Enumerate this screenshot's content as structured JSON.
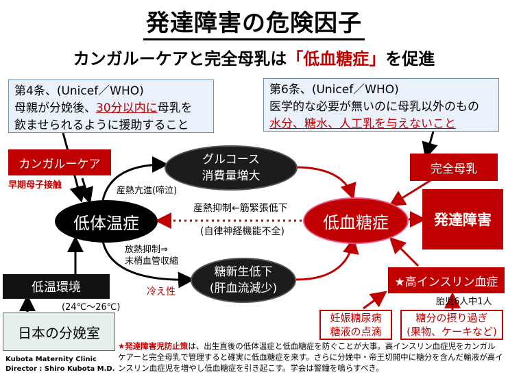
{
  "title": "発達障害の危険因子",
  "subtitle": {
    "prefix": "カンガルーケアと完全母乳は",
    "highlight": "「低血糖症」",
    "suffix": "を促進"
  },
  "article4": {
    "head": "第4条、(Unicef／WHO)",
    "line1_pre": "母親が分娩後、",
    "line1_red": "30分以内に",
    "line1_post": "母乳を",
    "line2": "飲ませられるように援助すること"
  },
  "article6": {
    "head": "第6条、(Unicef／WHO)",
    "line1": "医学的な必要が無いのに母乳以外のもの",
    "line2_red": "水分、糖水、人工乳を与えないこと"
  },
  "kangaroo_care": "カンガルーケア",
  "early_contact": "早期母子接触",
  "full_breastfeeding": "完全母乳",
  "glucose_node": {
    "line1": "グルコース",
    "line2": "消費量増大"
  },
  "heat_production": "産熱亢進(啼泣)",
  "hypothermia": "低体温症",
  "hypoglycemia": "低血糖症",
  "developmental_disorder": "発達障害",
  "heat_suppression": "産熱抑制←筋緊張低下",
  "autonomic": "(自律神経機能不全)",
  "heat_release": {
    "line1": "放熱抑制⇒",
    "line2": "末梢血管収縮"
  },
  "cold": "冷え性",
  "gluconeogenesis": {
    "line1": "糖新生低下",
    "line2": "(肝血流減少)"
  },
  "high_insulin": "★高インスリン血症",
  "infant_ratio": "胎児6人中1人",
  "low_temp_env": "低温環境",
  "temp_range": "(24℃～26℃)",
  "japan_delivery": "日本の分娩室",
  "gdm": {
    "line1": "妊娠糖尿病",
    "line2": "糖液の点滴"
  },
  "sugar_intake": {
    "line1": "糖分の摂り過ぎ",
    "line2": "(果物、ケーキなど)"
  },
  "note": {
    "star": "★発達障害児防止策",
    "text": "は、出生直後の低体温症と低血糖症を防ぐことが大事。高インスリン血症児をカンガルケアーと完全母乳で管理すると確実に低血糖症を来す。さらに分娩中・帝王切開中に糖分を含んだ輸液が高インスリン血症児を増やし低血糖症を引き起こす。学会は警鐘を鳴らすべき。"
  },
  "credit": {
    "line1": "Kubota Maternity Clinic",
    "line2": "Director : Shiro Kubota M.D."
  },
  "colors": {
    "accent_red": "#c00000",
    "dark": "#1c1c1c",
    "info_bg": "#eaf1fa",
    "green_bg": "#e6f0ea"
  }
}
